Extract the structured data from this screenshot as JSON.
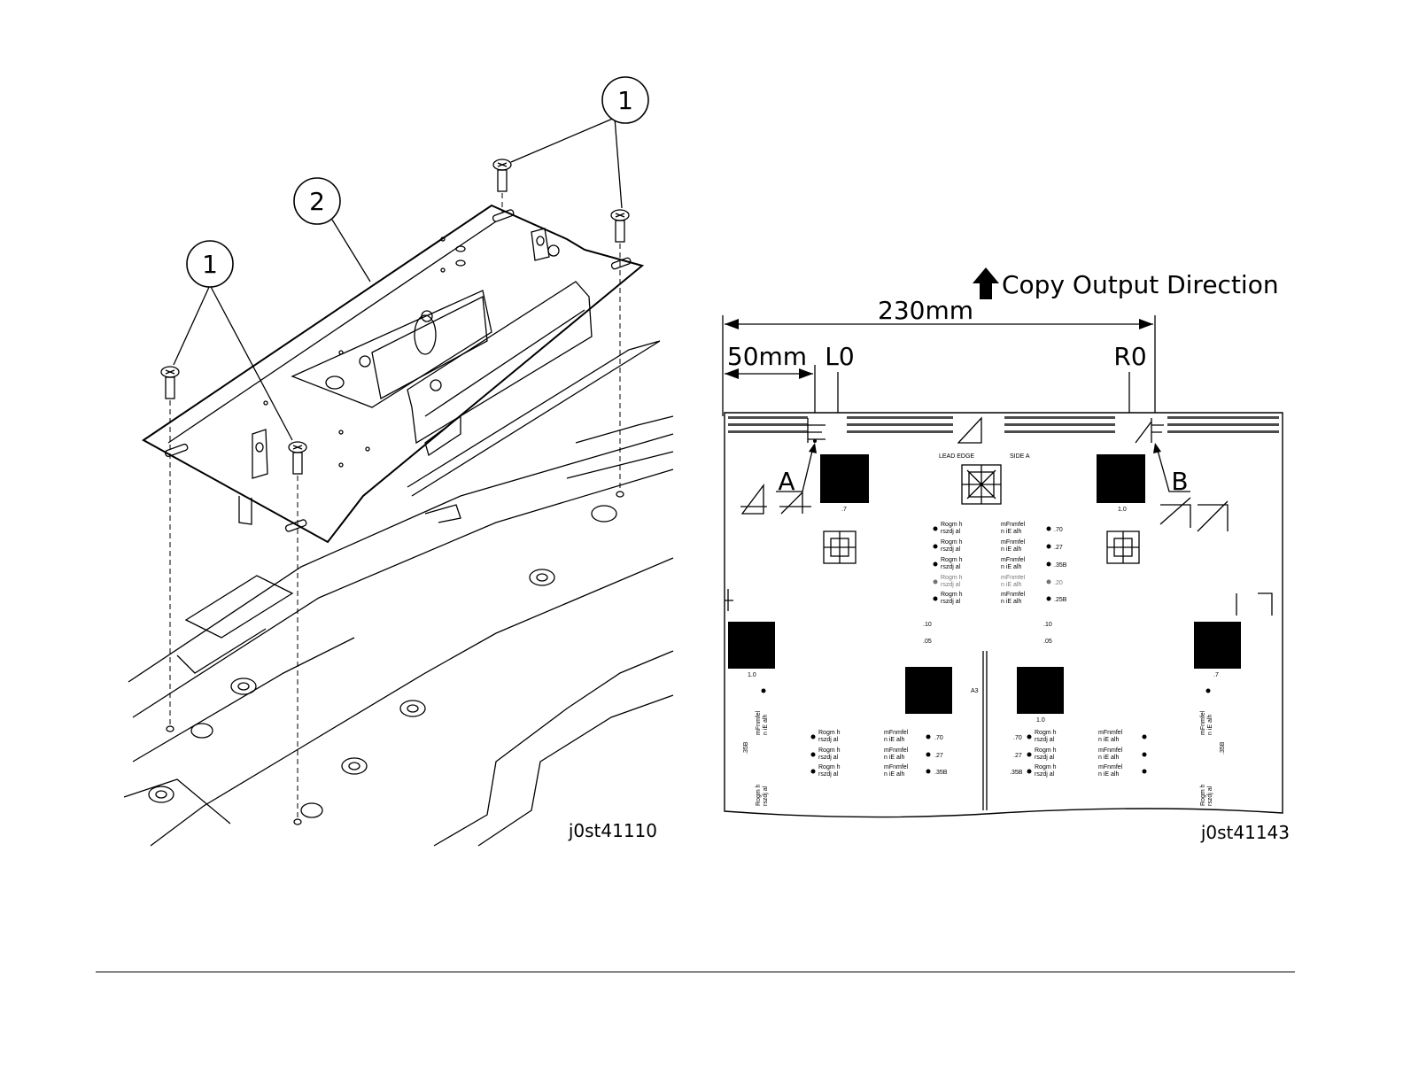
{
  "left_figure": {
    "callouts": [
      "1",
      "2",
      "1"
    ],
    "figure_id": "j0st41110"
  },
  "right_figure": {
    "direction_label": "Copy Output Direction",
    "dim_total": "230mm",
    "dim_offset": "50mm",
    "marker_left": "L0",
    "marker_right": "R0",
    "point_a": "A",
    "point_b": "B",
    "lead_edge": "LEAD EDGE",
    "side": "SIDE A",
    "paper_size": "A3",
    "patch_labels": [
      ".7",
      "1.0",
      "1.0",
      ".7",
      "1.0"
    ],
    "row_values": [
      ".70",
      ".27",
      ".35B",
      ".20",
      ".25B"
    ],
    "small_values": [
      ".10",
      ".05",
      ".10",
      ".05"
    ],
    "lower_left_values": [
      ".70",
      ".27",
      ".35B"
    ],
    "lower_right_values": [
      ".70",
      ".27",
      ".35B"
    ],
    "side_values": [
      ".35B",
      ".35B"
    ],
    "pattern_text": {
      "line1_left": "Rogm h",
      "line2_left": "rszdj al",
      "line1_right": "mFnmfel",
      "line2_right": "n iE alh"
    },
    "figure_id": "j0st41143"
  }
}
